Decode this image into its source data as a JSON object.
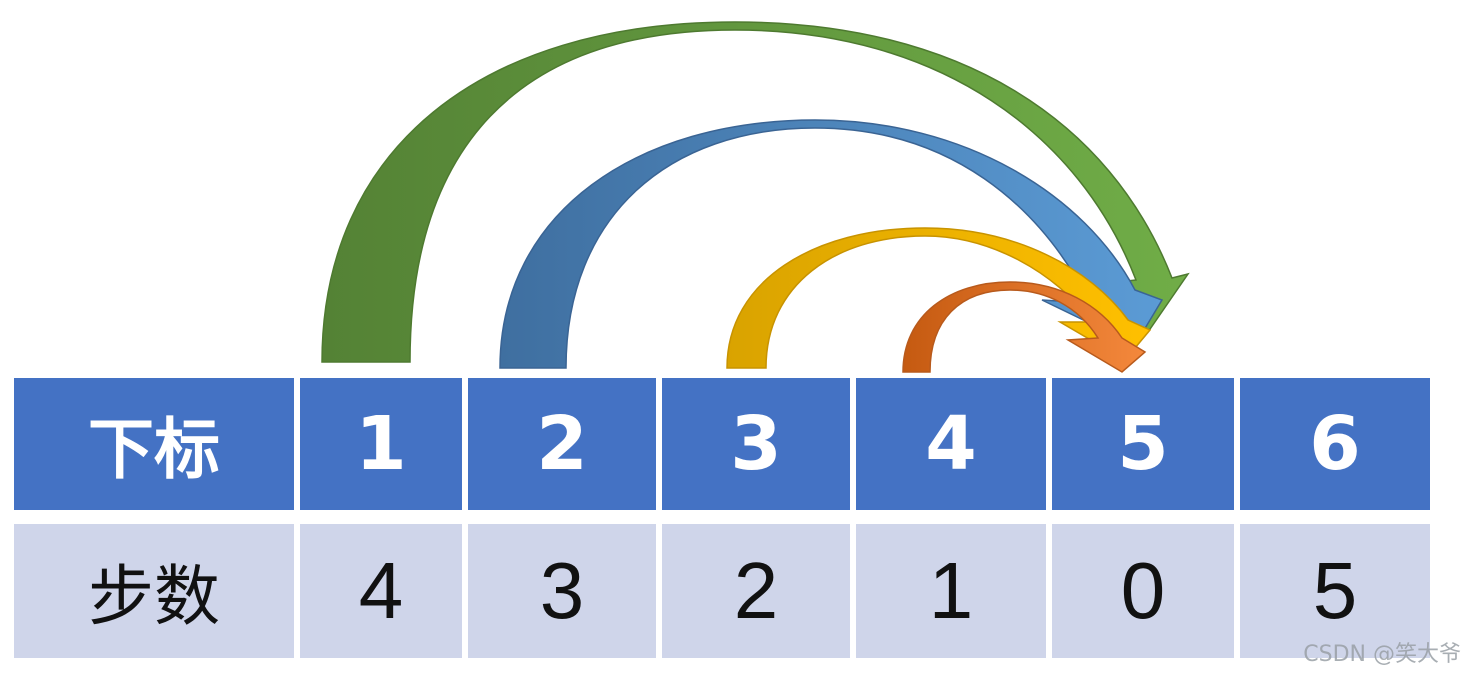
{
  "table": {
    "row_index_label": "下标",
    "row_steps_label": "步数",
    "columns": [
      {
        "index": "1",
        "steps": "4"
      },
      {
        "index": "2",
        "steps": "3"
      },
      {
        "index": "3",
        "steps": "2"
      },
      {
        "index": "4",
        "steps": "1"
      },
      {
        "index": "5",
        "steps": "0"
      },
      {
        "index": "6",
        "steps": "5"
      }
    ]
  },
  "arrows": [
    {
      "from": "1",
      "to": "5",
      "color": "#5b8a3a",
      "color_light": "#70ad47"
    },
    {
      "from": "2",
      "to": "5",
      "color": "#3f72a8",
      "color_light": "#5b9bd5"
    },
    {
      "from": "3",
      "to": "5",
      "color": "#d7a500",
      "color_light": "#ffc000"
    },
    {
      "from": "4",
      "to": "5",
      "color": "#c8682a",
      "color_light": "#ed7d31"
    }
  ],
  "watermark": "CSDN @笑大爷"
}
